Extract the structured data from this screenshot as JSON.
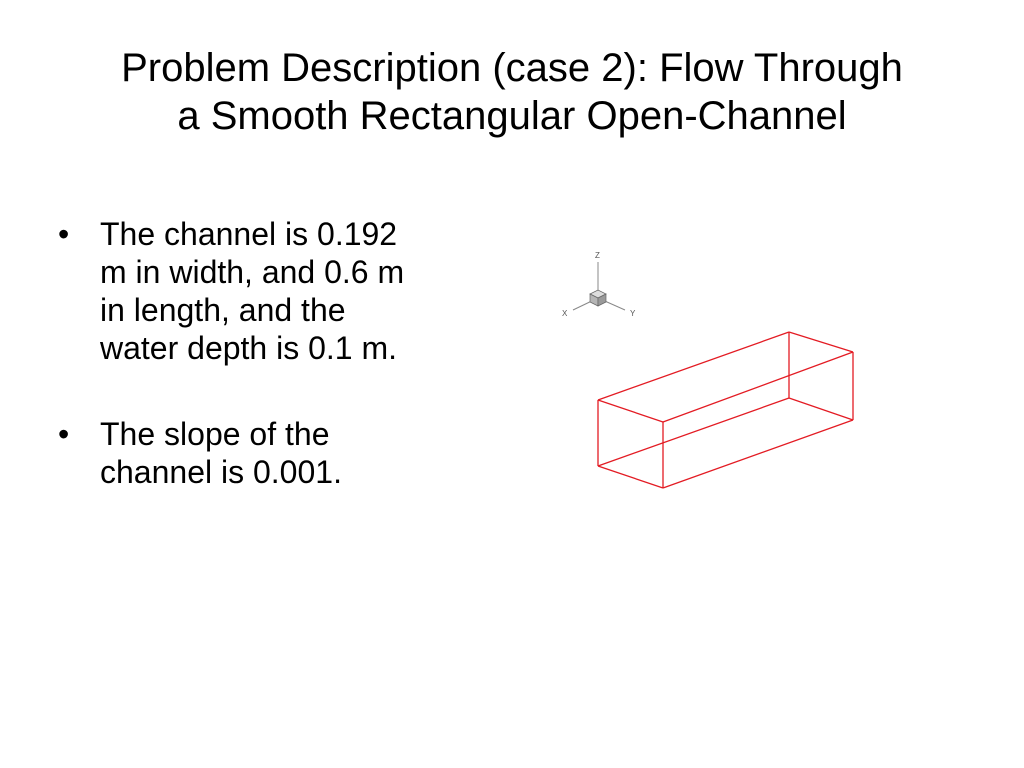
{
  "title": {
    "line1": "Problem Description (case 2): Flow Through",
    "line2": "a Smooth Rectangular Open-Channel"
  },
  "bullets": [
    {
      "mark": "•",
      "lines": [
        "The channel is 0.192",
        "m in width, and 0.6 m",
        "in length, and the",
        "water depth is 0.1 m."
      ]
    },
    {
      "mark": "•",
      "lines": [
        "The slope of the",
        "channel is 0.001."
      ]
    }
  ],
  "figure": {
    "axes": {
      "z": "Z",
      "x": "X",
      "y": "Y"
    },
    "icons": {
      "axis_triad": "axis-triad-icon"
    },
    "colors": {
      "box_edges": "#e31b23",
      "axes": "#888888",
      "cube": "#b5b5b5"
    }
  }
}
